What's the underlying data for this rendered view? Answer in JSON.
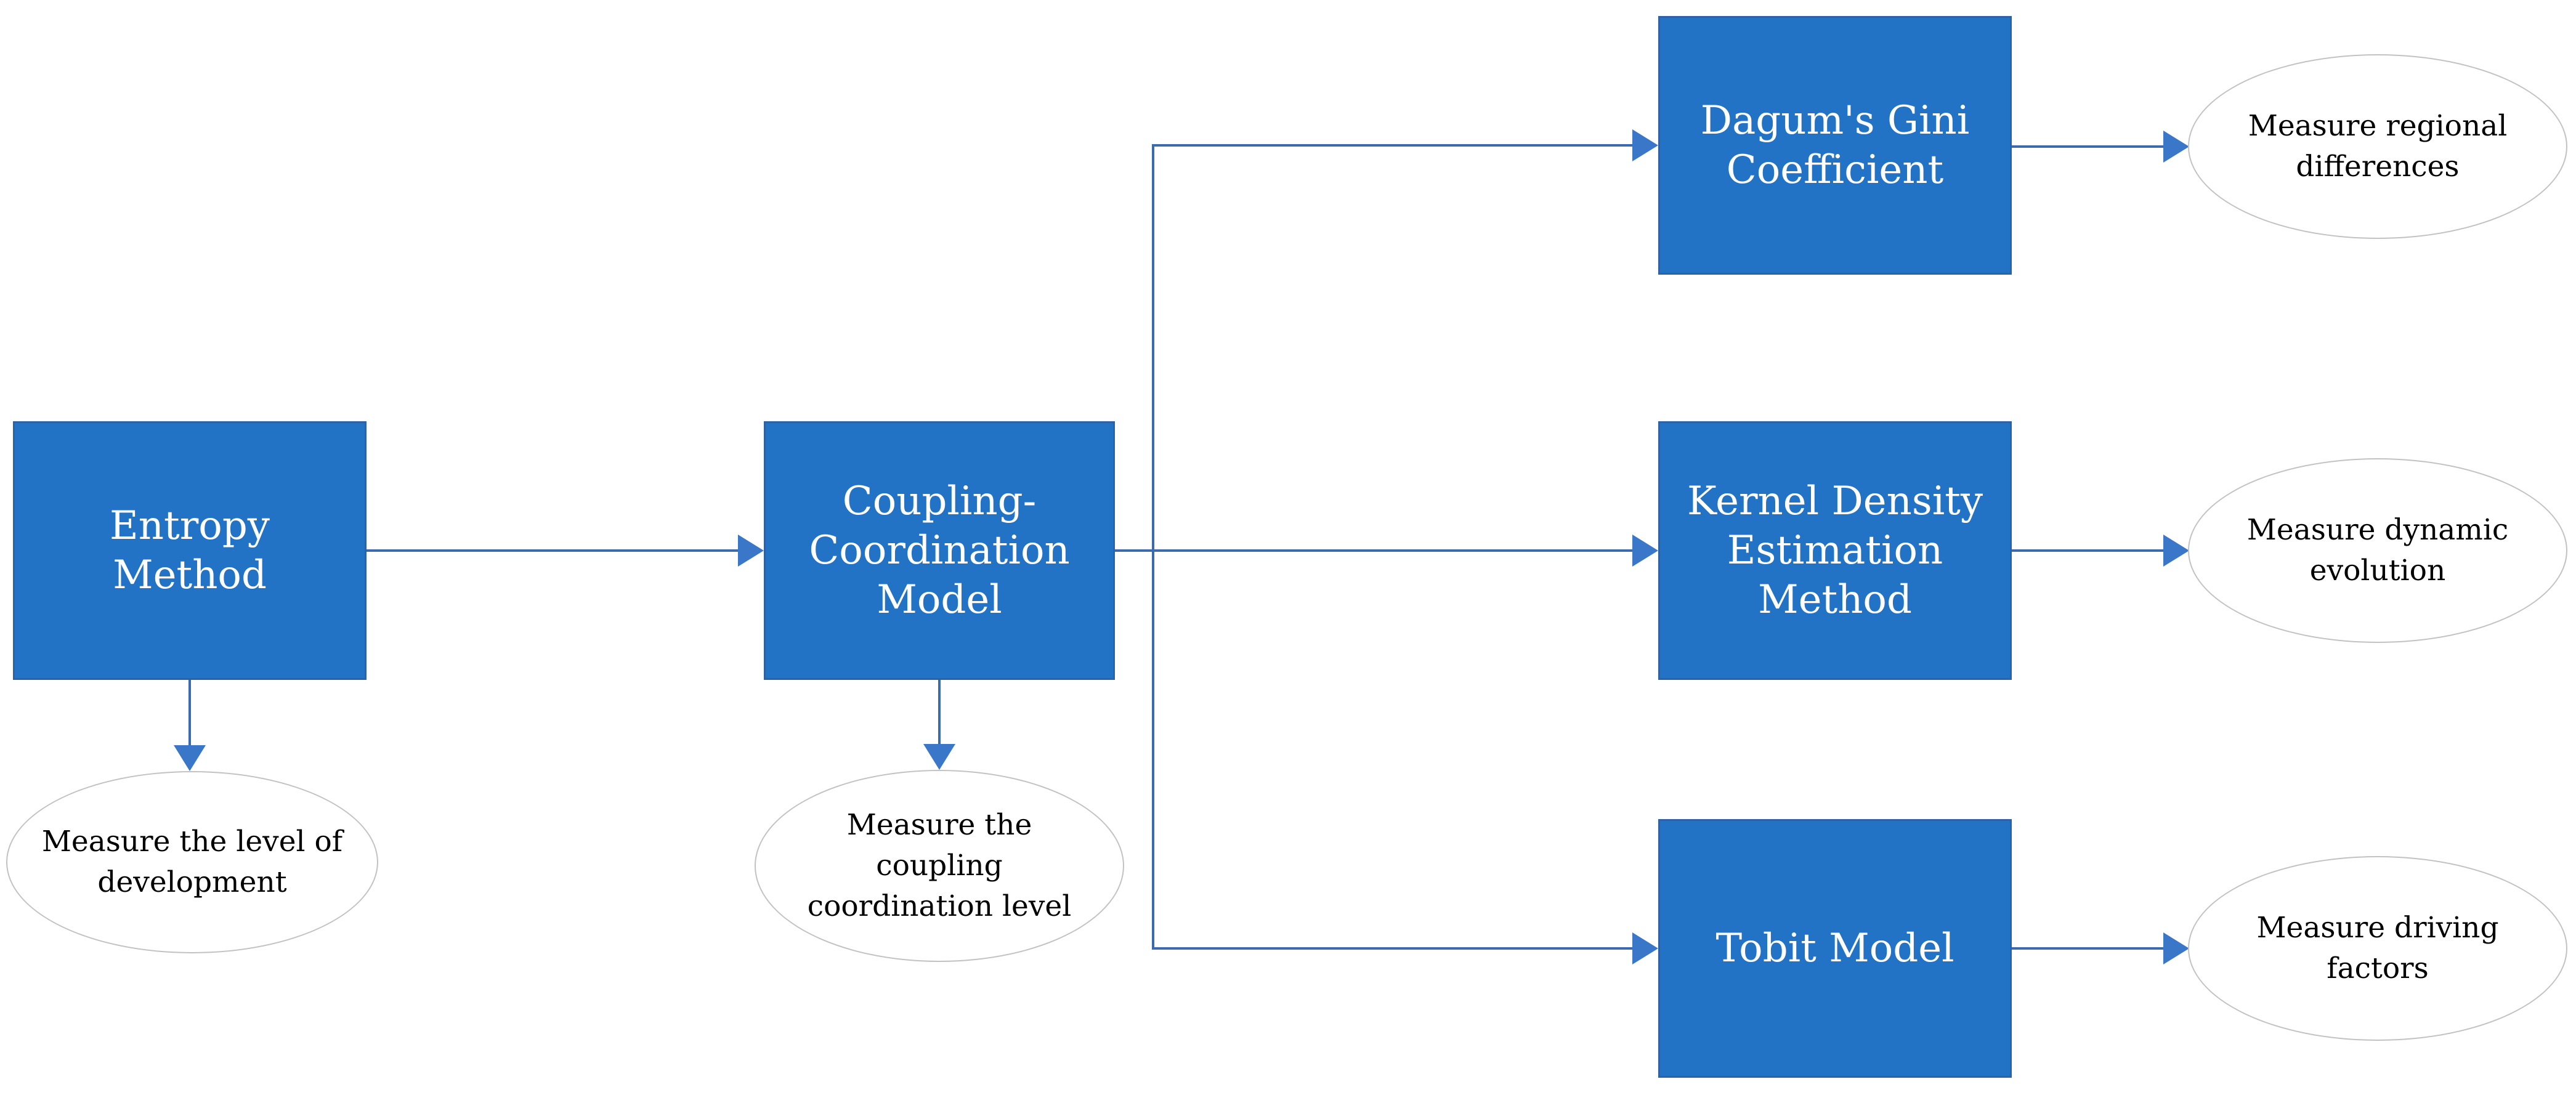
{
  "colors": {
    "canvas_bg": "#ffffff",
    "box_fill": "#2273c5",
    "box_border": "#2b62a8",
    "box_text": "#ffffff",
    "ellipse_fill": "#ffffff",
    "ellipse_border": "#c2c2c2",
    "ellipse_text": "#000000",
    "connector_line": "#3a6bae",
    "arrowhead": "#3b77c8"
  },
  "nodes": {
    "entropy": {
      "label": "Entropy Method"
    },
    "coupling": {
      "label": "Coupling-\nCoordination\nModel"
    },
    "dagum": {
      "label": "Dagum's Gini\nCoefficient"
    },
    "kernel": {
      "label": "Kernel Density\nEstimation\nMethod"
    },
    "tobit": {
      "label": "Tobit Model"
    }
  },
  "outcomes": {
    "development": {
      "label": "Measure the level of\ndevelopment"
    },
    "coordination": {
      "label": "Measure the\ncoupling\ncoordination level"
    },
    "regional": {
      "label": "Measure regional\ndifferences"
    },
    "dynamic": {
      "label": "Measure dynamic\nevolution"
    },
    "driving": {
      "label": "Measure driving\nfactors"
    }
  },
  "edges": [
    {
      "from": "Entropy Method",
      "to": "Coupling-Coordination Model"
    },
    {
      "from": "Entropy Method",
      "to": "Measure the level of development"
    },
    {
      "from": "Coupling-Coordination Model",
      "to": "Measure the coupling coordination level"
    },
    {
      "from": "Coupling-Coordination Model",
      "to": "Dagum's Gini Coefficient"
    },
    {
      "from": "Coupling-Coordination Model",
      "to": "Kernel Density Estimation Method"
    },
    {
      "from": "Coupling-Coordination Model",
      "to": "Tobit Model"
    },
    {
      "from": "Dagum's Gini Coefficient",
      "to": "Measure regional differences"
    },
    {
      "from": "Kernel Density Estimation Method",
      "to": "Measure dynamic evolution"
    },
    {
      "from": "Tobit Model",
      "to": "Measure driving factors"
    }
  ]
}
